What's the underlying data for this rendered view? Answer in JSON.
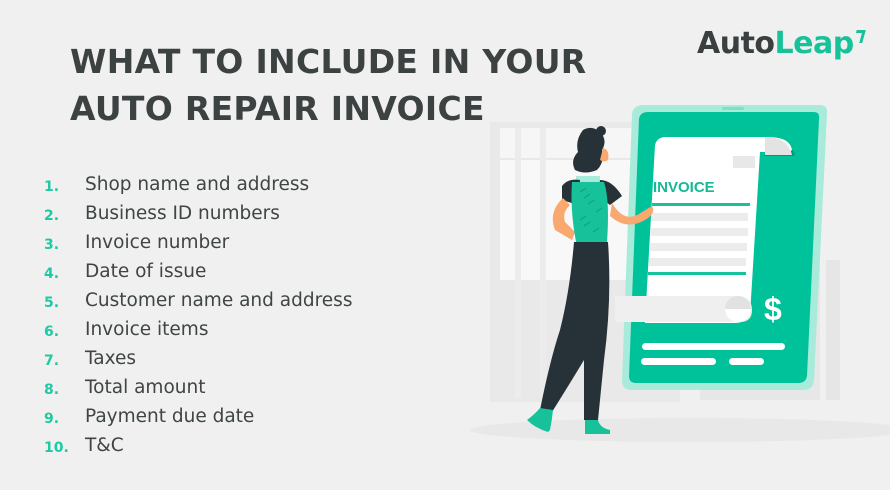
{
  "header": {
    "title_lines": [
      "WHAT TO INCLUDE IN YOUR",
      "AUTO REPAIR INVOICE"
    ]
  },
  "logo": {
    "part1": "Auto",
    "part2": "Leap",
    "brand_color": "#17c29a",
    "dark_color": "#3a3f3f"
  },
  "checklist": {
    "number_color": "#1ec9a3",
    "items": [
      {
        "num": "1.",
        "label": "Shop name and address"
      },
      {
        "num": "2.",
        "label": "Business ID numbers"
      },
      {
        "num": "3.",
        "label": "Invoice number"
      },
      {
        "num": "4.",
        "label": "Date of issue"
      },
      {
        "num": "5.",
        "label": "Customer name and address"
      },
      {
        "num": "6.",
        "label": "Invoice items"
      },
      {
        "num": "7.",
        "label": "Taxes"
      },
      {
        "num": "8.",
        "label": "Total amount"
      },
      {
        "num": "9.",
        "label": "Payment due date"
      },
      {
        "num": "10.",
        "label": "T&C"
      }
    ]
  },
  "illustration": {
    "invoice_heading": "INVOICE",
    "currency_symbol": "$",
    "tablet_color": "#00c29a",
    "tablet_border": "#a8ebdb",
    "figure_dark": "#263238",
    "skin": "#f9a870"
  }
}
